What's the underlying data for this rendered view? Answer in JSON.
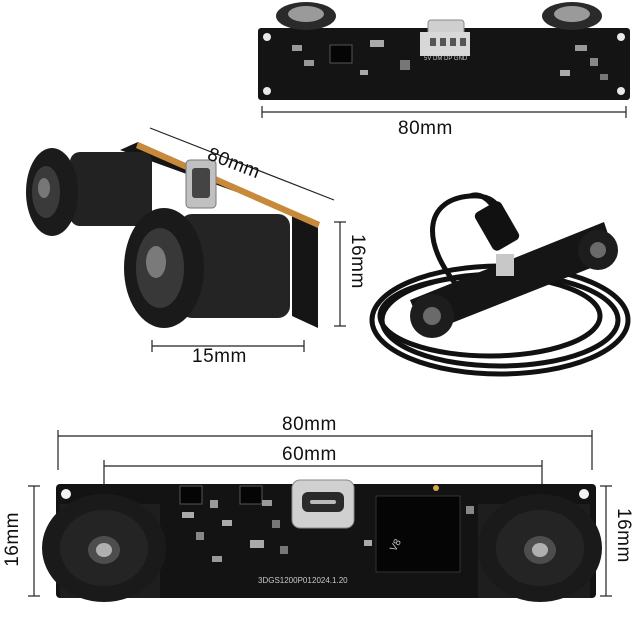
{
  "top_view": {
    "width_label": "80mm",
    "pin_labels": "5V DM DP GND"
  },
  "angled_view": {
    "width_label": "80mm",
    "height_label": "16mm",
    "depth_label": "15mm"
  },
  "front_view": {
    "total_width_label": "80mm",
    "lens_spacing_label": "60mm",
    "left_height_label": "16mm",
    "right_height_label": "16mm",
    "board_id": "3DGS1200P01",
    "board_date": "2024.1.20",
    "chip_mark": "V8"
  }
}
